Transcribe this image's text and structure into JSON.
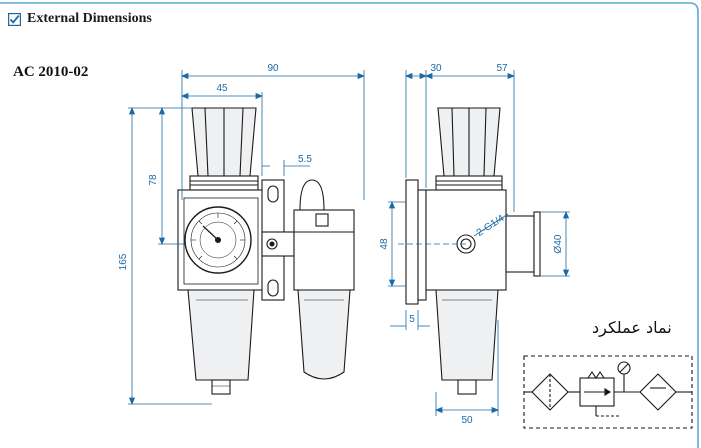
{
  "header": {
    "title": "External Dimensions",
    "check_icon": "checkbox-checked-icon"
  },
  "model": "AC 2010-02",
  "colors": {
    "frame": "#5aa9d8",
    "dimension": "#1b6aa5",
    "drawing": "#1a1a1a",
    "shade": "#d9dde2"
  },
  "front_view": {
    "dims": {
      "overall_width": "90",
      "regulator_width": "45",
      "bracket_offset": "5.5",
      "upper_height": "78",
      "overall_height": "165"
    }
  },
  "side_view": {
    "dims": {
      "left_width": "30",
      "right_width": "57",
      "port_height": "48",
      "bottom_offset": "5",
      "bowl_width": "50",
      "port_label": "2-G1/4",
      "gauge_dia": "Ø40"
    }
  },
  "symbol": {
    "label": "نماد عملکرد"
  }
}
